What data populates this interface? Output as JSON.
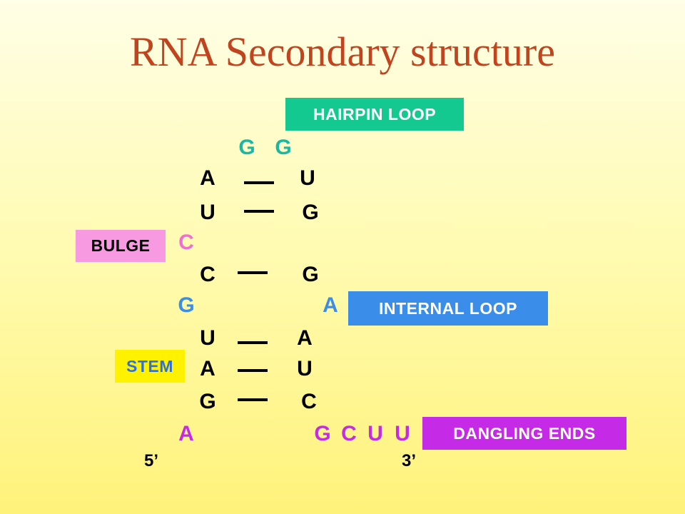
{
  "title": "RNA Secondary structure",
  "labels": {
    "hairpin_loop": "HAIRPIN LOOP",
    "bulge": "BULGE",
    "internal_loop": "INTERNAL LOOP",
    "stem": "STEM",
    "dangling_ends": "DANGLING ENDS"
  },
  "colors": {
    "title": "#c0441e",
    "hairpin_box": "#13c990",
    "bulge_box": "#f79ae2",
    "internal_box": "#3a8de8",
    "stem_box": "#fff200",
    "dangling_box": "#c52ae6"
  },
  "hairpin": [
    "G",
    "G"
  ],
  "pairs": [
    {
      "left": "A",
      "right": "U"
    },
    {
      "left": "U",
      "right": "G"
    },
    {
      "left": "C",
      "right": "G"
    },
    {
      "left": "U",
      "right": "A"
    },
    {
      "left": "A",
      "right": "U"
    },
    {
      "left": "G",
      "right": "C"
    }
  ],
  "bulge_base": "C",
  "internal_loop_bases": {
    "left": "G",
    "right": "A"
  },
  "dangling": {
    "left": [
      "A"
    ],
    "right": [
      "G",
      "C",
      "U",
      "U"
    ]
  },
  "ends": {
    "five_prime": "5’",
    "three_prime": "3’"
  }
}
